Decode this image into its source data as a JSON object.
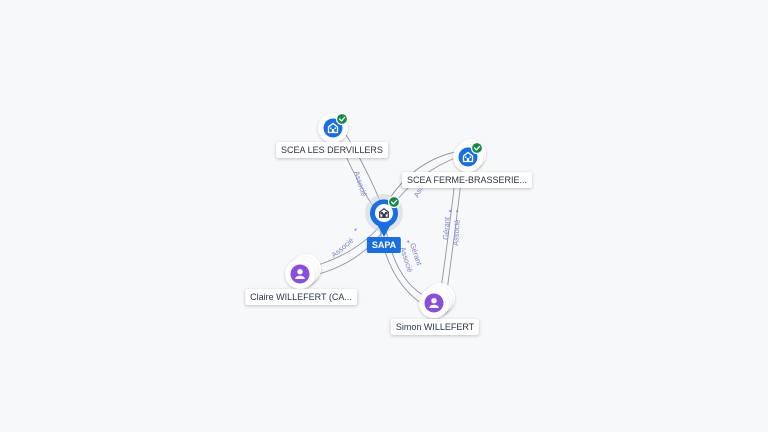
{
  "nodes": {
    "sapa": {
      "label": "SAPA",
      "kind": "company",
      "verified": true
    },
    "scea_dervillers": {
      "label": "SCEA LES DERVILLERS",
      "kind": "company",
      "verified": true
    },
    "scea_ferme": {
      "label": "SCEA FERME-BRASSERIE...",
      "kind": "company",
      "verified": true
    },
    "claire": {
      "label": "Claire WILLEFERT (CA...",
      "kind": "person"
    },
    "simon": {
      "label": "Simon WILLEFERT",
      "kind": "person"
    }
  },
  "edges": {
    "dervillers_sapa": "Associé",
    "ferme_sapa": "Associé",
    "claire_sapa": "Associé",
    "simon_sapa_gerant": "Gérant",
    "simon_sapa_associe": "Associé",
    "simon_ferme_gerant": "Gérant",
    "simon_ferme_associe": "Associé"
  },
  "colors": {
    "company": "#1a6fe0",
    "person": "#8a4fd8",
    "verified": "#17894a",
    "edge": "#8f95a3",
    "edge_label": "#7f86c9"
  },
  "icons": {
    "company": "building-icon",
    "person": "person-icon",
    "verified": "check-badge-icon"
  }
}
